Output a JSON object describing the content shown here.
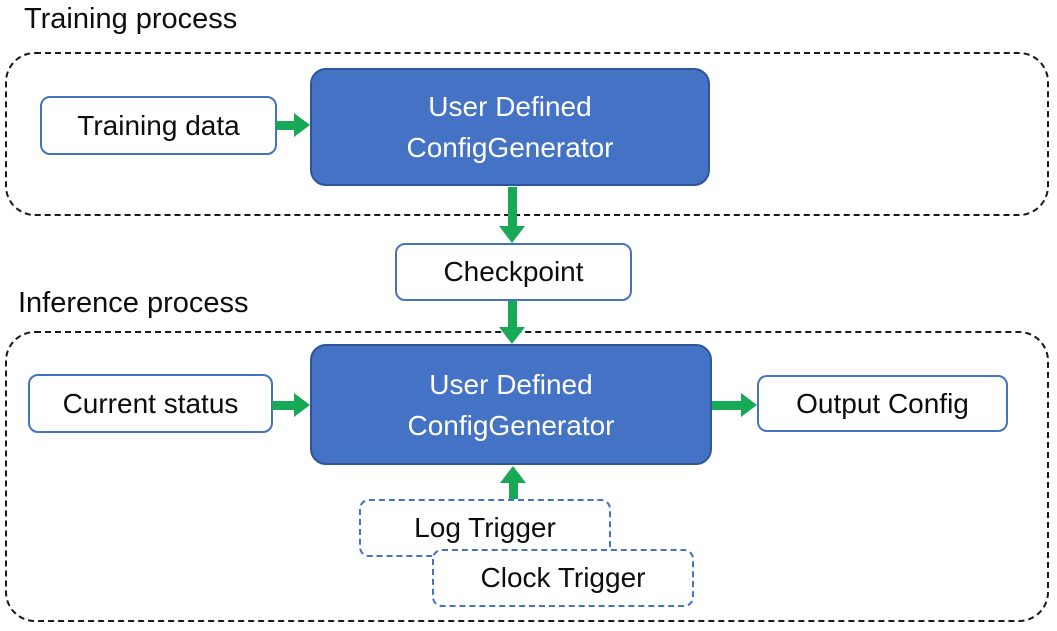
{
  "colors": {
    "accent_blue": "#4472C4",
    "accent_blue_dark": "#2F5597",
    "arrow_green": "#18A957",
    "container_border": "#1a1a1a",
    "text": "#0d0d0d"
  },
  "training": {
    "title": "Training process",
    "input_label": "Training data",
    "generator_line1": "User Defined",
    "generator_line2": "ConfigGenerator"
  },
  "checkpoint": {
    "label": "Checkpoint"
  },
  "inference": {
    "title": "Inference process",
    "input_label": "Current status",
    "generator_line1": "User Defined",
    "generator_line2": "ConfigGenerator",
    "output_label": "Output Config",
    "log_trigger_label": "Log Trigger",
    "clock_trigger_label": "Clock Trigger"
  }
}
